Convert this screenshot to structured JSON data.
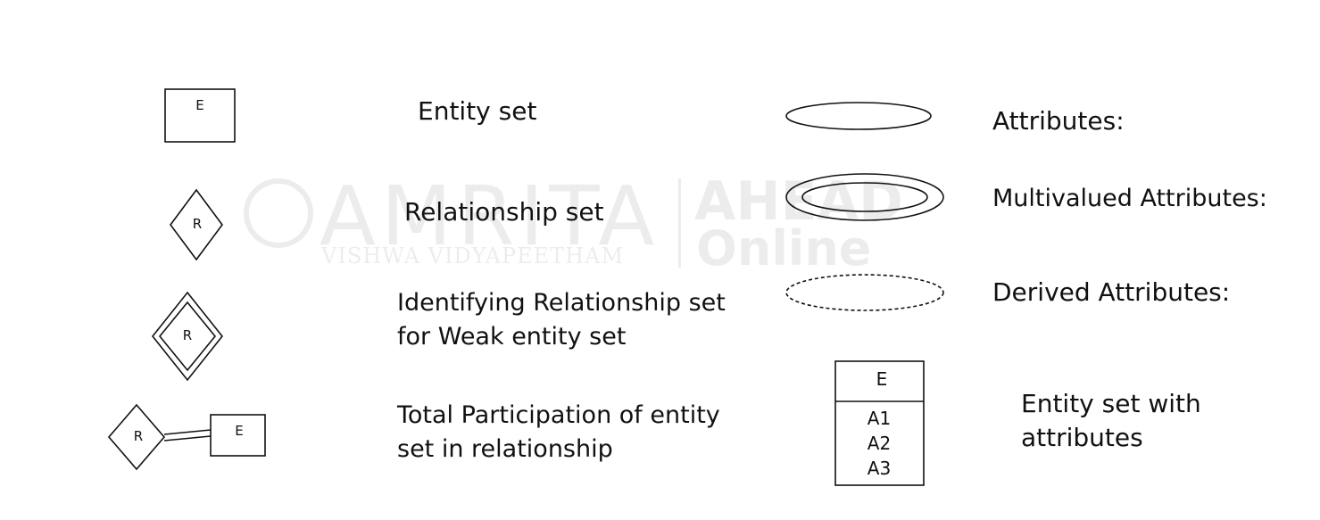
{
  "watermark": {
    "brand": "AMRITA",
    "sub": "VISHWA VIDYAPEETHAM",
    "right_top": "AHEAD",
    "right_bottom": "Online"
  },
  "symbols": {
    "entity_letter": "E",
    "relationship_letter": "R",
    "attribute_lines": [
      "A1",
      "A2",
      "A3"
    ]
  },
  "descriptions": {
    "entity_set": [
      "Entity set"
    ],
    "relationship_set": [
      "Relationship set"
    ],
    "identifying_relationship": [
      "Identifying Relationship set",
      "for Weak entity set"
    ],
    "total_participation": [
      "Total Participation of entity",
      "set in relationship"
    ],
    "attributes": [
      "Attributes:"
    ],
    "multivalued": [
      "Multivalued Attributes:"
    ],
    "derived": [
      "Derived Attributes:"
    ],
    "entity_with_attributes": [
      "Entity set with",
      "attributes"
    ]
  },
  "colors": {
    "stroke": "#111111",
    "background": "#ffffff"
  }
}
